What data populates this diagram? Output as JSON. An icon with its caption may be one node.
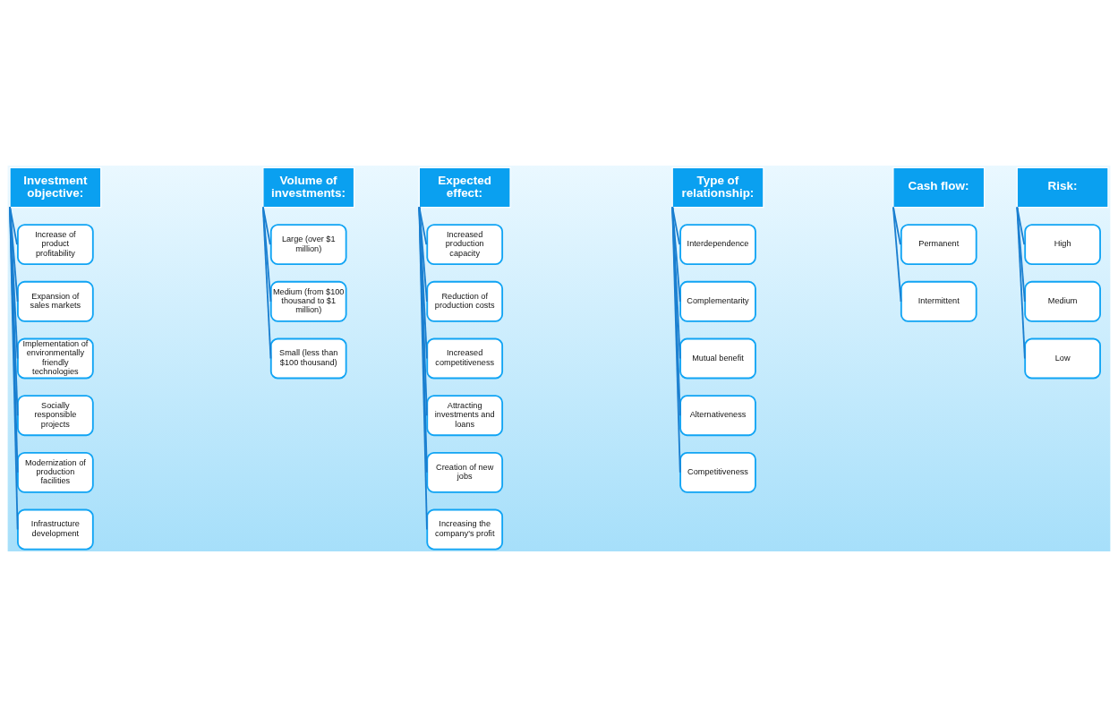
{
  "diagram": {
    "nodes": [
      {
        "text": [
          "Investment objective:"
        ]
      },
      {
        "text": [
          "Increase of product profitability"
        ]
      },
      {
        "text": [
          "Expansion of sales markets"
        ]
      },
      {
        "text": [
          "Implementation of environmentally friendly technologies"
        ]
      },
      {
        "text": [
          "Socially responsible projects"
        ]
      },
      {
        "text": [
          "Modernization of production facilities"
        ]
      },
      {
        "text": [
          "Infrastructure development"
        ]
      },
      {
        "text": [
          "Volume of investments:"
        ]
      },
      {
        "text": [
          "Large (over $1 million)"
        ]
      },
      {
        "text": [
          "Medium (from $100 thousand to $1 million)"
        ]
      },
      {
        "text": [
          "Small (less than $100 thousand)"
        ]
      },
      {
        "text": [
          "Expected effect:"
        ]
      },
      {
        "text": [
          "Increased production capacity"
        ]
      },
      {
        "text": [
          "Reduction of production costs"
        ]
      },
      {
        "text": [
          "Increased competitiveness"
        ]
      },
      {
        "text": [
          "Attracting investments and loans"
        ]
      },
      {
        "text": [
          "Creation of new jobs"
        ]
      },
      {
        "text": [
          "Increasing the company's profit"
        ]
      },
      {
        "text": [
          "Type of relationship:"
        ]
      },
      {
        "text": [
          "Interdependence"
        ]
      },
      {
        "text": [
          "Complementarity"
        ]
      },
      {
        "text": [
          "Mutual benefit"
        ]
      },
      {
        "text": [
          "Alternativeness"
        ]
      },
      {
        "text": [
          "Competitiveness"
        ]
      },
      {
        "text": [
          "Cash flow:"
        ]
      },
      {
        "text": [
          "Permanent"
        ]
      },
      {
        "text": [
          "Intermittent"
        ]
      },
      {
        "text": [
          "Risk:"
        ]
      },
      {
        "text": [
          "High"
        ]
      },
      {
        "text": [
          "Medium"
        ]
      },
      {
        "text": [
          "Low"
        ]
      }
    ],
    "edges": [
      {
        "from": 0,
        "to": 1,
        "arrow": "none"
      },
      {
        "from": 0,
        "to": 2,
        "arrow": "none"
      },
      {
        "from": 0,
        "to": 3,
        "arrow": "none"
      },
      {
        "from": 0,
        "to": 4,
        "arrow": "none"
      },
      {
        "from": 0,
        "to": 5,
        "arrow": "none"
      },
      {
        "from": 0,
        "to": 6,
        "arrow": "none"
      },
      {
        "from": 7,
        "to": 8,
        "arrow": "none"
      },
      {
        "from": 7,
        "to": 9,
        "arrow": "none"
      },
      {
        "from": 7,
        "to": 10,
        "arrow": "none"
      },
      {
        "from": 11,
        "to": 12,
        "arrow": "none"
      },
      {
        "from": 11,
        "to": 13,
        "arrow": "none"
      },
      {
        "from": 11,
        "to": 14,
        "arrow": "none"
      },
      {
        "from": 11,
        "to": 15,
        "arrow": "none"
      },
      {
        "from": 11,
        "to": 16,
        "arrow": "none"
      },
      {
        "from": 11,
        "to": 17,
        "arrow": "none"
      },
      {
        "from": 18,
        "to": 19,
        "arrow": "none"
      },
      {
        "from": 18,
        "to": 20,
        "arrow": "none"
      },
      {
        "from": 18,
        "to": 21,
        "arrow": "none"
      },
      {
        "from": 18,
        "to": 22,
        "arrow": "none"
      },
      {
        "from": 18,
        "to": 23,
        "arrow": "none"
      },
      {
        "from": 24,
        "to": 25,
        "arrow": "none"
      },
      {
        "from": 24,
        "to": 26,
        "arrow": "none"
      },
      {
        "from": 27,
        "to": 28,
        "arrow": "none"
      },
      {
        "from": 27,
        "to": 29,
        "arrow": "none"
      },
      {
        "from": 27,
        "to": 30,
        "arrow": "none"
      }
    ]
  }
}
